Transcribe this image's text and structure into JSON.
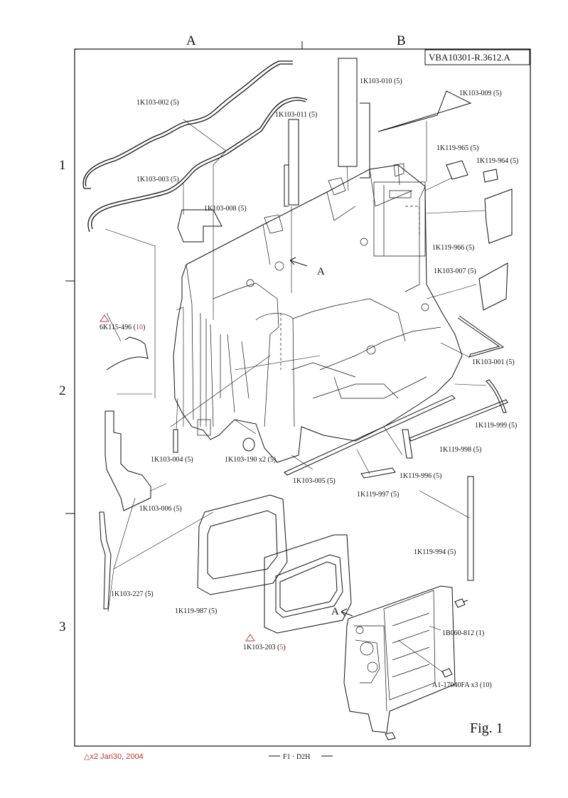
{
  "doc_code": "VBA10301-R.3612.A",
  "columns": [
    "A",
    "B"
  ],
  "rows": [
    "1",
    "2",
    "3"
  ],
  "figure_label": "Fig. 1",
  "section_marker": "A",
  "parts": [
    {
      "text": "1K103-002 (5)"
    },
    {
      "text": "1K103-011 (5)"
    },
    {
      "text": "1K103-010 (5)"
    },
    {
      "text": "1K103-009 (5)"
    },
    {
      "text": "1K119-965 (5)"
    },
    {
      "text": "1K119-964 (5)"
    },
    {
      "text": "1K103-003 (5)"
    },
    {
      "text": "1K103-008 (5)"
    },
    {
      "text": "1K119-966 (5)"
    },
    {
      "text": "1K103-007 (5)"
    },
    {
      "text": "6K115-496 (10)",
      "changed": true
    },
    {
      "text": "1K103-001 (5)"
    },
    {
      "text": "1K119-999 (5)"
    },
    {
      "text": "1K119-998 (5)"
    },
    {
      "text": "1K103-004 (5)"
    },
    {
      "text": "1K103-190 x2 (5)"
    },
    {
      "text": "1K119-996 (5)"
    },
    {
      "text": "1K103-005 (5)"
    },
    {
      "text": "1K119-997 (5)"
    },
    {
      "text": "1K103-006 (5)"
    },
    {
      "text": "1K119-994 (5)"
    },
    {
      "text": "1K103-227 (5)"
    },
    {
      "text": "1K119-987 (5)"
    },
    {
      "text": "1B060-812 (1)"
    },
    {
      "text": "1K103-203 (5)",
      "changed": true
    },
    {
      "text": "A1-17040FA x3 (10)"
    }
  ],
  "footer": {
    "revision": "△x2 Jan30, 2004",
    "page": "F1 · D2H"
  },
  "colors": {
    "ink": "#111111",
    "revision_red": "#c0392b"
  }
}
